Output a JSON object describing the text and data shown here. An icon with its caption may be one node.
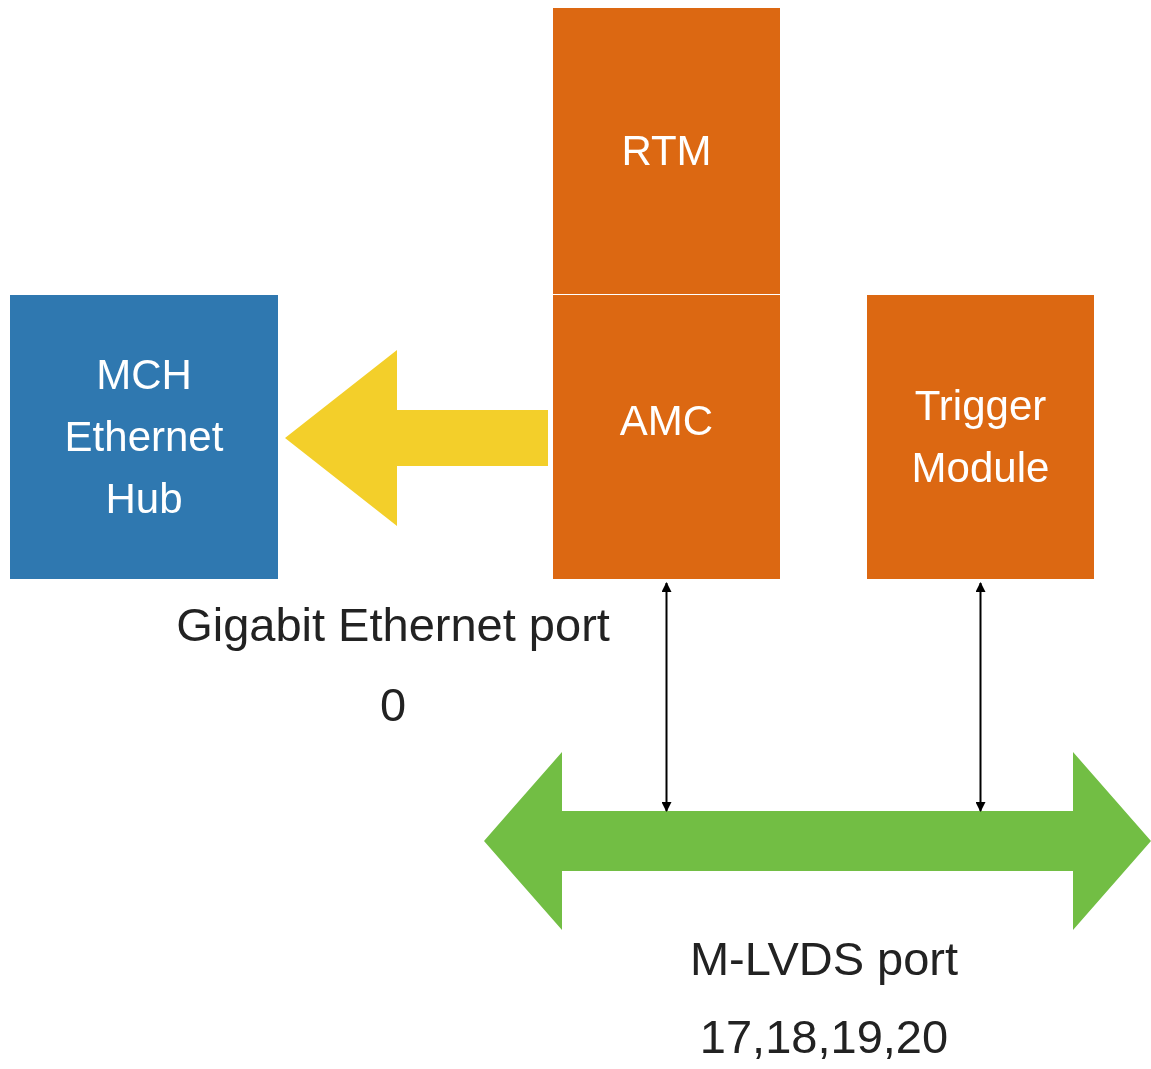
{
  "diagram": {
    "nodes": [
      {
        "text": [
          "RTM"
        ]
      },
      {
        "text": [
          "AMC"
        ]
      },
      {
        "text": [
          "Trigger Module"
        ]
      },
      {
        "text": [
          "MCH Ethernet Hub"
        ]
      },
      {
        "text": [],
        "shape": "bar",
        "beside": [
          "M-LVDS port 17,18,19,20"
        ]
      }
    ],
    "edges": [
      {
        "from": 1,
        "to": 3,
        "arrow": "to",
        "style": "thick",
        "color": "#f3cf2a"
      },
      {
        "from": 1,
        "to": 4,
        "arrow": "both"
      },
      {
        "from": 2,
        "to": 4,
        "arrow": "both"
      }
    ],
    "labels": [
      "Gigabit Ethernet port 0"
    ]
  }
}
